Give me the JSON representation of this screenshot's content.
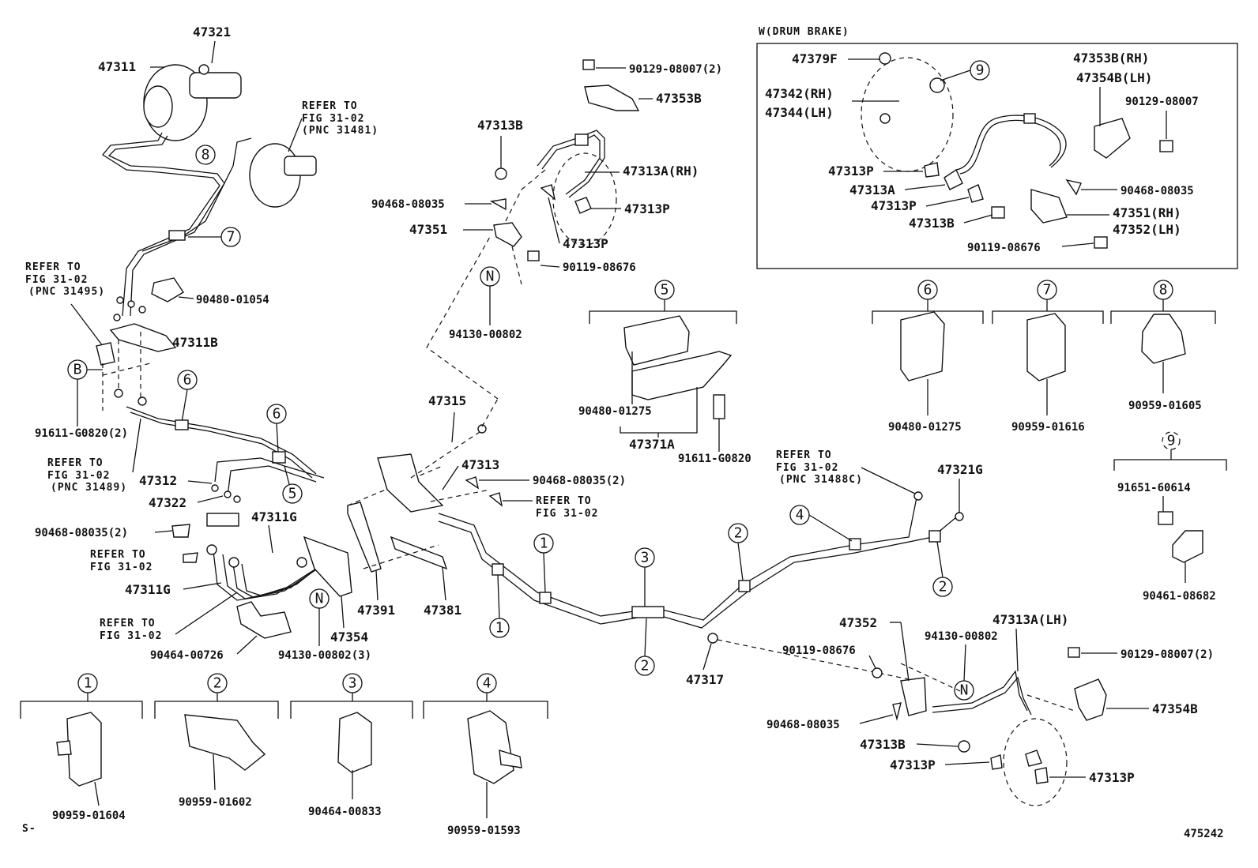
{
  "diagram_id": "475242",
  "corner_mark": "S-",
  "drum_brake_box_title": "W(DRUM BRAKE)",
  "callouts": [
    "1",
    "2",
    "3",
    "4",
    "5",
    "6",
    "7",
    "8",
    "9",
    "N",
    "B"
  ],
  "labels": {
    "p47321": "47321",
    "p47311": "47311",
    "p90129_2": "90129-08007(2)",
    "p47353B": "47353B",
    "p47313B_a": "47313B",
    "p47313A_RH": "47313A(RH)",
    "p90468_a": "90468-08035",
    "p47313P_a": "47313P",
    "p47351_a": "47351",
    "p47313P_b": "47313P",
    "p90119_a": "90119-08676",
    "p94130_a": "94130-00802",
    "p90480_01054": "90480-01054",
    "p47311B": "47311B",
    "p91611_2": "91611-G0820(2)",
    "p47312": "47312",
    "p47322": "47322",
    "p90468_2a": "90468-08035(2)",
    "p47311G_a": "47311G",
    "p47311G_b": "47311G",
    "p90464_00726": "90464-00726",
    "p94130_3": "94130-00802(3)",
    "p47354": "47354",
    "p47391": "47391",
    "p47381": "47381",
    "p47315": "47315",
    "p47313": "47313",
    "p90468_2b": "90468-08035(2)",
    "p90480_01275_a": "90480-01275",
    "p47371A": "47371A",
    "p91611": "91611-G0820",
    "p47321G": "47321G",
    "p47317": "47317",
    "p47352": "47352",
    "p90119_b": "90119-08676",
    "p94130_b": "94130-00802",
    "p47313A_LH": "47313A(LH)",
    "p90129_c": "90129-08007(2)",
    "p47354B_b": "47354B",
    "p90468_c": "90468-08035",
    "p47313B_c": "47313B",
    "p47313P_c": "47313P",
    "p47313P_d": "47313P",
    "p90959_01604": "90959-01604",
    "p90959_01602": "90959-01602",
    "p90464_00833": "90464-00833",
    "p90959_01593": "90959-01593",
    "p90480_01275_b": "90480-01275",
    "p90959_01616": "90959-01616",
    "p90959_01605": "90959-01605",
    "p91651_60614": "91651-60614",
    "p90461_08682": "90461-08682",
    "d47379F": "47379F",
    "d47342RH": "47342(RH)",
    "d47344LH": "47344(LH)",
    "d47353BRH": "47353B(RH)",
    "d47354BLH": "47354B(LH)",
    "d90129": "90129-08007",
    "d47313P_a": "47313P",
    "d47313A": "47313A",
    "d90468": "90468-08035",
    "d47313P_b": "47313P",
    "d47313B": "47313B",
    "d47351RH": "47351(RH)",
    "d47352LH": "47352(LH)",
    "d90119": "90119-08676"
  },
  "references": {
    "r1_l1": "REFER TO",
    "r1_l2": "FIG 31-02",
    "r1_l3": "(PNC 31481)",
    "r2_l1": "REFER TO",
    "r2_l2": "FIG 31-02",
    "r2_l3": "(PNC 31495)",
    "r3_l1": "REFER TO",
    "r3_l2": "FIG 31-02",
    "r3_l3": "(PNC 31489)",
    "r4_l1": "REFER TO",
    "r4_l2": "FIG 31-02",
    "r5_l1": "REFER TO",
    "r5_l2": "FIG 31-02",
    "r6_l1": "REFER TO",
    "r6_l2": "FIG 31-02",
    "r7_l1": "REFER TO",
    "r7_l2": "FIG 31-02",
    "r7_l3": "(PNC 31488C)"
  }
}
